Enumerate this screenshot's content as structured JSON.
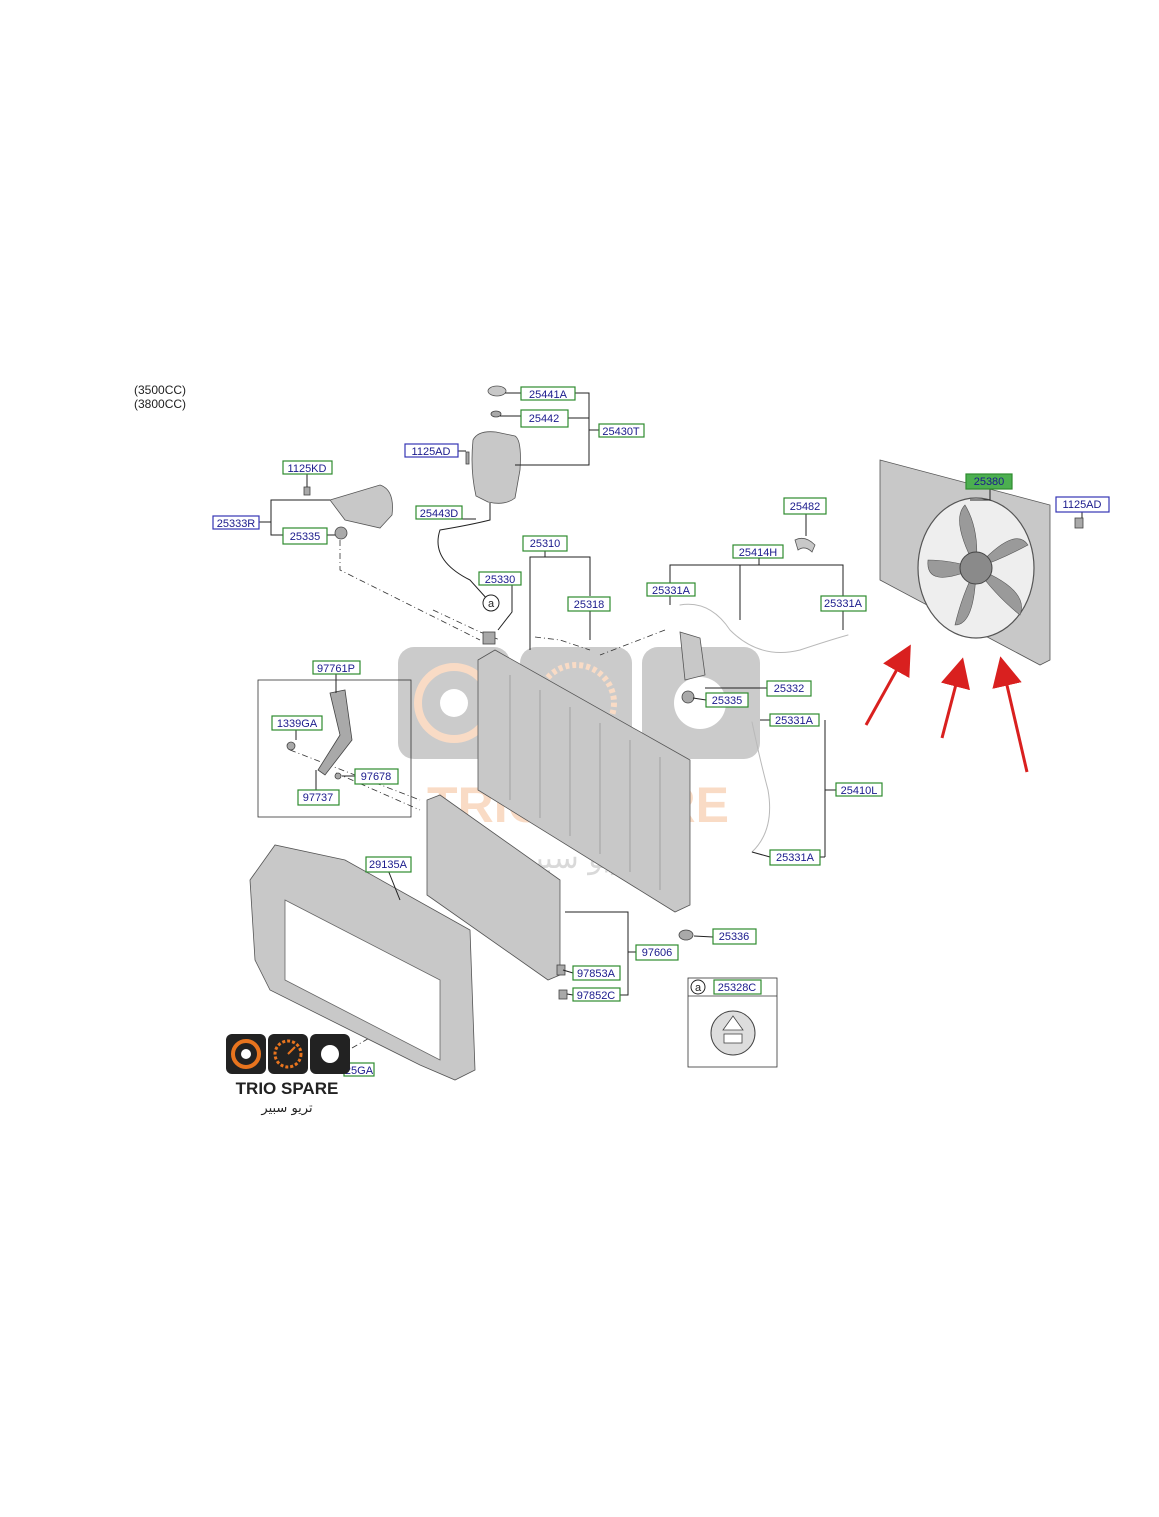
{
  "variants": [
    "(3500CC)",
    "(3800CC)"
  ],
  "colors": {
    "box_green": "#2e8b2e",
    "box_blue": "#3535b5",
    "label_text": "#1a1a8c",
    "highlight_fill": "#4caf50",
    "arrow_red": "#d9201f",
    "brand_orange": "#e8741e"
  },
  "callouts": {
    "p25441A": "25441A",
    "p25442": "25442",
    "p25430T": "25430T",
    "p1125AD_top": "1125AD",
    "p1125KD": "1125KD",
    "p25333R": "25333R",
    "p25335_a": "25335",
    "p25443D": "25443D",
    "p25310": "25310",
    "p25330": "25330",
    "p25318": "25318",
    "p25482": "25482",
    "p25414H": "25414H",
    "p25331A_a": "25331A",
    "p25331A_b": "25331A",
    "p25380": "25380",
    "p1125AD_right": "1125AD",
    "p97761P": "97761P",
    "p1339GA": "1339GA",
    "p97678": "97678",
    "p97737": "97737",
    "p25332": "25332",
    "p25335_b": "25335",
    "p25331A_c": "25331A",
    "p25410L": "25410L",
    "p25331A_d": "25331A",
    "p29135A": "29135A",
    "p25336": "25336",
    "p97606": "97606",
    "p97853A": "97853A",
    "p97852C": "97852C",
    "p25328C": "25328C",
    "p25GA": "25GA"
  },
  "circle_refs": {
    "ref_a_main": "a",
    "ref_a_detail": "a"
  },
  "watermark": {
    "brand": "TRIO SPARE",
    "arabic": "تريو سبير"
  }
}
